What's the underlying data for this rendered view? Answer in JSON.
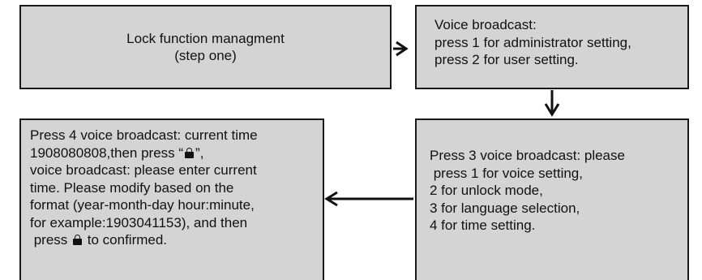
{
  "box1": {
    "line1": "Lock function managment",
    "line2": "(step one)"
  },
  "box2": {
    "line1": "Voice broadcast:",
    "line2": "press 1 for administrator setting,",
    "line3": "press 2 for user setting."
  },
  "box3": {
    "line1": "Press 3 voice broadcast: please",
    "line2": " press 1 for voice setting,",
    "line3": "2 for unlock mode,",
    "line4": "3 for language selection,",
    "line5": "4 for time setting."
  },
  "box4": {
    "line1": "Press 4 voice broadcast: current time",
    "line2_a": "1908080808,then press “",
    "line2_b": "”,",
    "line3": "voice broadcast: please enter current",
    "line4": "time. Please modify based on the",
    "line5": "format (year-month-day hour:minute,",
    "line6": "for example:1903041153), and then",
    "line7_a": " press ",
    "line7_b": " to confirmed."
  },
  "icons": {
    "lock": "lock-icon"
  },
  "colors": {
    "box_fill": "#d4d4d4",
    "border": "#1a1a1a",
    "text": "#111111"
  }
}
